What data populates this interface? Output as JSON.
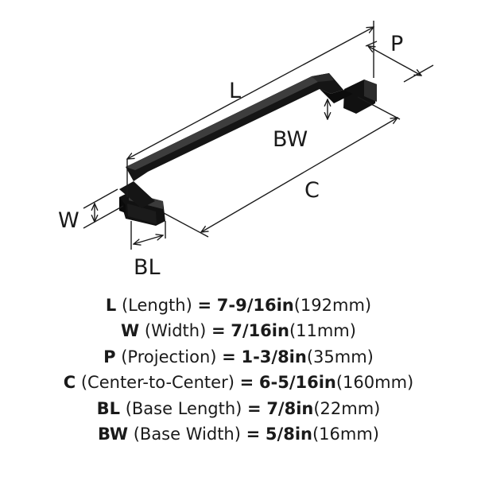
{
  "diagram": {
    "labels": {
      "L": "L",
      "P": "P",
      "BW": "BW",
      "C": "C",
      "W": "W",
      "BL": "BL"
    }
  },
  "specs": [
    {
      "abbr": "L",
      "name": "(Length)",
      "eq": "=",
      "imperial": "7-9/16in",
      "metric": "(192mm)"
    },
    {
      "abbr": "W",
      "name": "(Width)",
      "eq": "=",
      "imperial": "7/16in",
      "metric": "(11mm)"
    },
    {
      "abbr": "P",
      "name": "(Projection)",
      "eq": "=",
      "imperial": "1-3/8in",
      "metric": "(35mm)"
    },
    {
      "abbr": "C",
      "name": "(Center-to-Center)",
      "eq": "=",
      "imperial": "6-5/16in",
      "metric": "(160mm)"
    },
    {
      "abbr": "BL",
      "name": "(Base Length)",
      "eq": "=",
      "imperial": "7/8in",
      "metric": "(22mm)"
    },
    {
      "abbr": "BW",
      "name": "(Base Width)",
      "eq": "=",
      "imperial": "5/8in",
      "metric": "(16mm)"
    }
  ],
  "colors": {
    "hardware": "#111111",
    "line": "#1a1a1a",
    "text": "#1a1a1a"
  }
}
